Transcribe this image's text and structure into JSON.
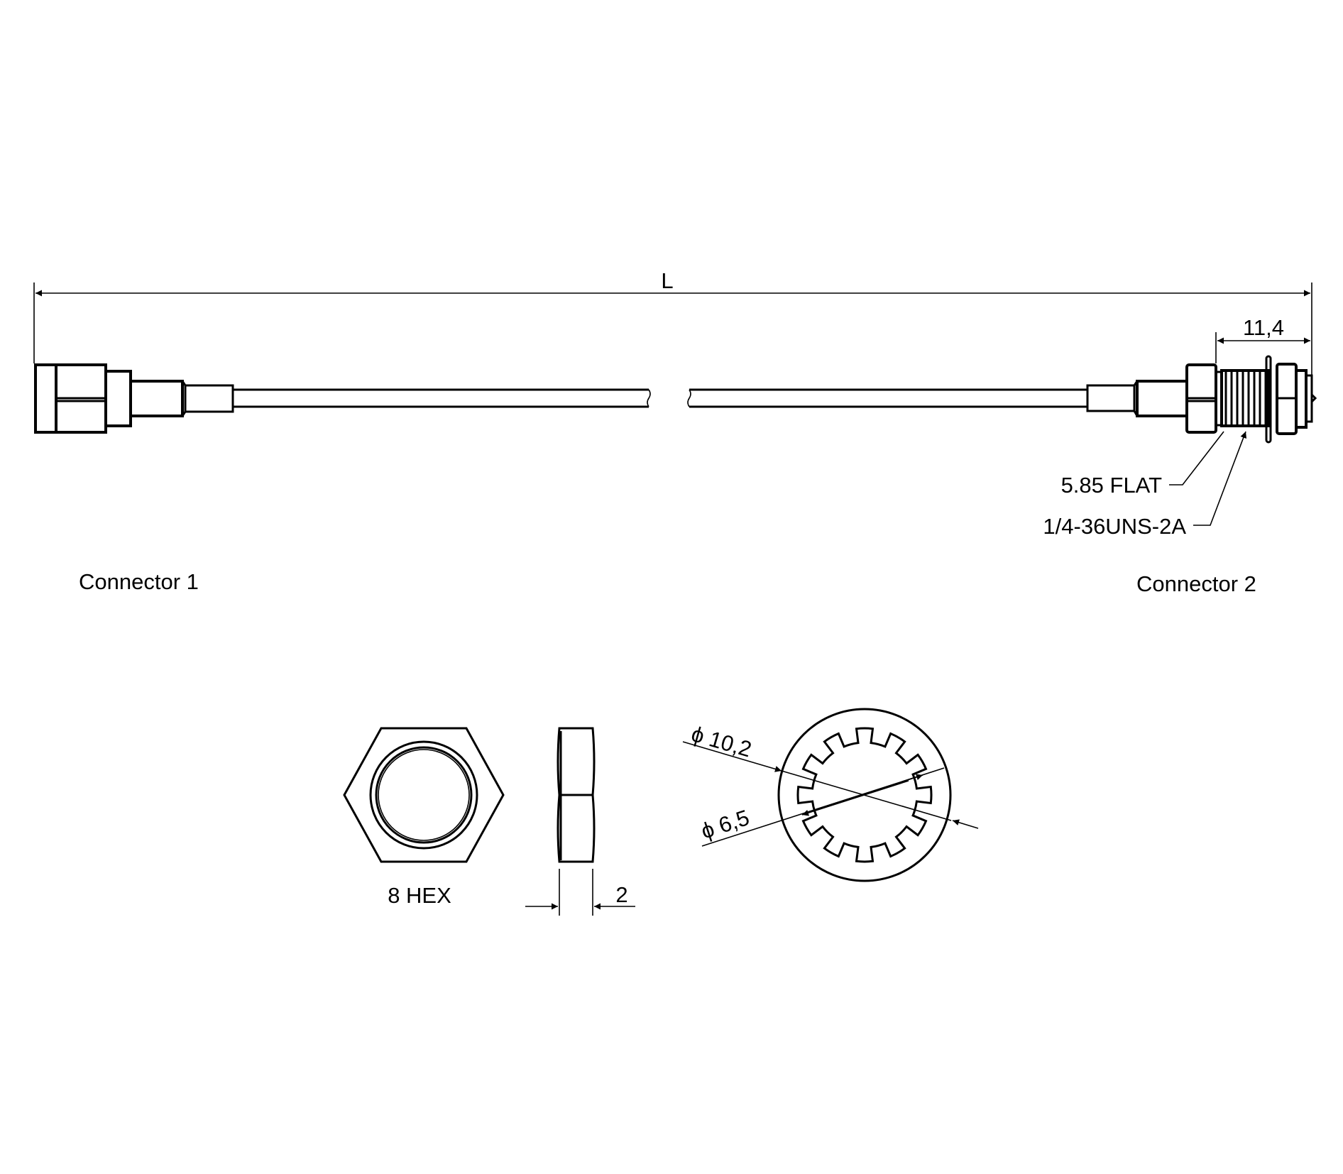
{
  "drawing": {
    "overall_length_label": "L",
    "connector2_length_label": "11,4",
    "flat_callout": "5.85 FLAT",
    "thread_callout": "1/4-36UNS-2A",
    "connector1_label": "Connector 1",
    "connector2_label": "Connector 2",
    "hex_nut_label": "8 HEX",
    "nut_thickness_label": "2",
    "washer_outer_diameter_label": "ϕ 10,2",
    "washer_inner_diameter_label": "ϕ 6,5",
    "washer_teeth_count": 12
  }
}
